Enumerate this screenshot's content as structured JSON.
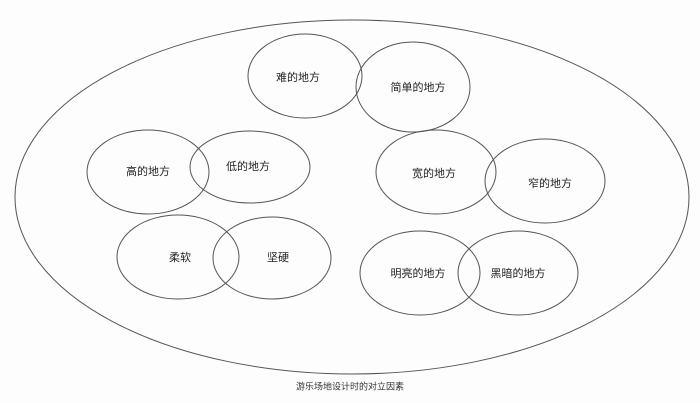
{
  "caption": "游乐场地设计时的对立因素",
  "pairs": [
    {
      "a": "难的地方",
      "b": "简单的地方"
    },
    {
      "a": "高的地方",
      "b": "低的地方"
    },
    {
      "a": "宽的地方",
      "b": "窄的地方"
    },
    {
      "a": "柔软",
      "b": "坚硬"
    },
    {
      "a": "明亮的地方",
      "b": "黑暗的地方"
    }
  ]
}
